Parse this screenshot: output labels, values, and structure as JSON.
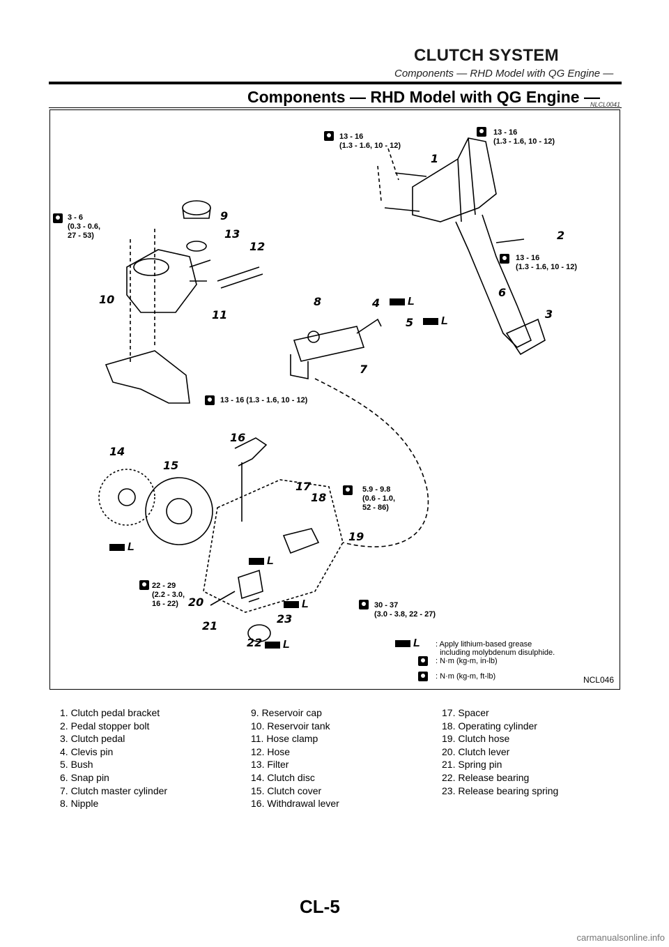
{
  "header": {
    "title": "CLUTCH SYSTEM",
    "subtitle": "Components — RHD Model with QG Engine —"
  },
  "section": {
    "title": "Components — RHD Model with QG Engine —",
    "code": "NLCL0041"
  },
  "figure": {
    "code": "NCL046",
    "torque_labels": [
      "13 - 16\n(1.3 - 1.6, 10 - 12)",
      "13 - 16\n(1.3 - 1.6, 10 - 12)",
      "3 - 6\n(0.3 - 0.6,\n27 - 53)",
      "13 - 16\n(1.3 - 1.6, 10 - 12)",
      "13 - 16 (1.3 - 1.6, 10 - 12)",
      "5.9 - 9.8\n(0.6 - 1.0,\n52 - 86)",
      "22 - 29\n(2.2 - 3.0,\n16 - 22)",
      "30 - 37\n(3.0 - 3.8, 22 - 27)"
    ],
    "callouts": [
      "1",
      "2",
      "3",
      "4",
      "5",
      "6",
      "7",
      "8",
      "9",
      "10",
      "11",
      "12",
      "13",
      "14",
      "15",
      "16",
      "17",
      "18",
      "19",
      "20",
      "21",
      "22",
      "23"
    ],
    "grease_symbol": "L",
    "legend": {
      "grease": ": Apply lithium-based grease\n  including molybdenum disulphide.",
      "torque_nm_kgm_inlb": ": N·m (kg-m, in-lb)",
      "torque_nm_kgm_ftlb": ": N·m (kg-m, ft-lb)"
    }
  },
  "parts": [
    "1. Clutch pedal bracket",
    "2. Pedal stopper bolt",
    "3. Clutch pedal",
    "4. Clevis pin",
    "5. Bush",
    "6. Snap pin",
    "7. Clutch master cylinder",
    "8. Nipple",
    "9. Reservoir cap",
    "10. Reservoir tank",
    "11. Hose clamp",
    "12. Hose",
    "13. Filter",
    "14. Clutch disc",
    "15. Clutch cover",
    "16. Withdrawal lever",
    "17. Spacer",
    "18. Operating cylinder",
    "19. Clutch hose",
    "20. Clutch lever",
    "21. Spring pin",
    "22. Release bearing",
    "23. Release bearing spring"
  ],
  "page_number": "CL-5",
  "watermark": "carmanualsonline.info"
}
